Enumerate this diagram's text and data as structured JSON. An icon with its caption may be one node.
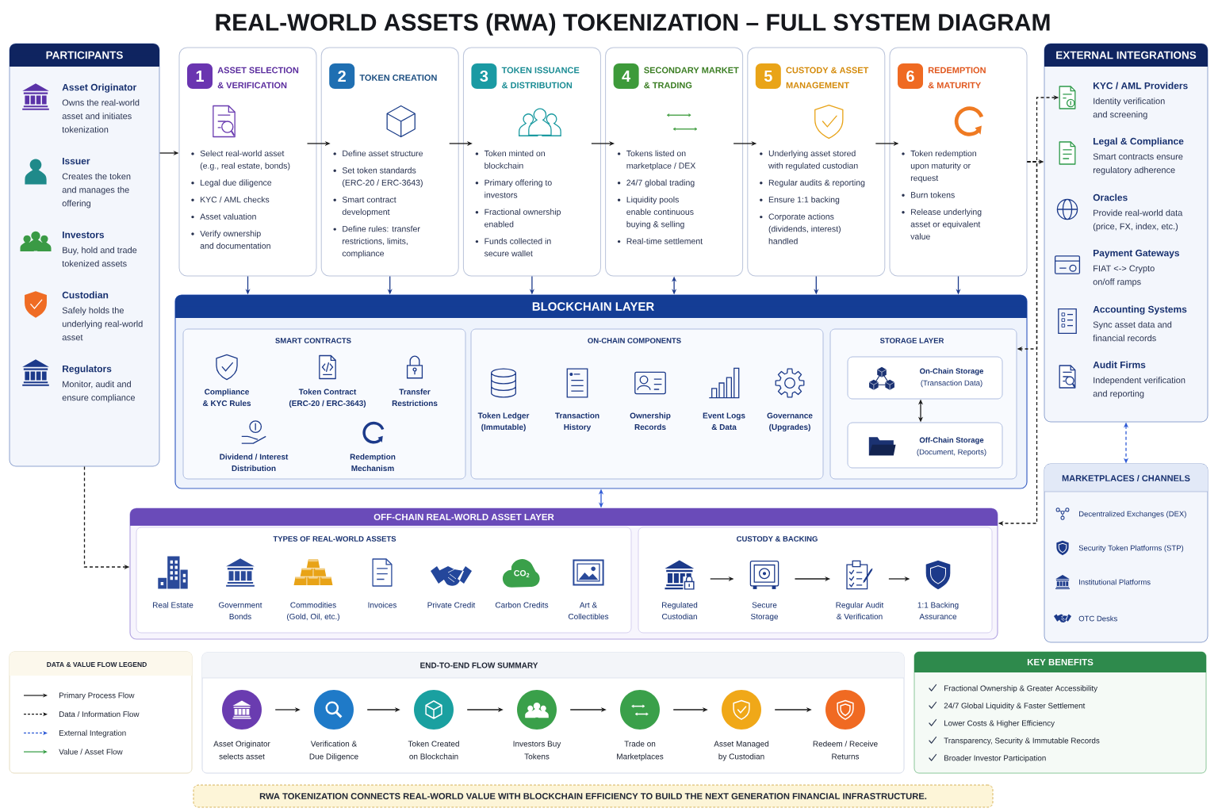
{
  "diagram": {
    "title": "REAL-WORLD ASSETS (RWA) TOKENIZATION – FULL SYSTEM DIAGRAM",
    "caption": "RWA TOKENIZATION CONNECTS REAL-WORLD VALUE WITH BLOCKCHAIN EFFICIENCY TO BUILD THE NEXT GENERATION FINANCIAL INFRASTRUCTURE.",
    "nodes": [
      {
        "text": [
          "PARTICIPANTS"
        ]
      },
      {
        "text": [
          "Asset Originator",
          "Owns the real-world asset and initiates tokenization"
        ],
        "in": 0
      },
      {
        "text": [
          "Issuer",
          "Creates the token and manages the offering"
        ],
        "in": 0
      },
      {
        "text": [
          "Investors",
          "Buy, hold and trade tokenized assets"
        ],
        "in": 0
      },
      {
        "text": [
          "Custodian",
          "Safely holds the underlying real-world asset"
        ],
        "in": 0
      },
      {
        "text": [
          "Regulators",
          "Monitor, audit and ensure compliance"
        ],
        "in": 0
      },
      {
        "text": [
          "1",
          "ASSET SELECTION & VERIFICATION",
          "Select real-world asset (e.g., real estate, bonds)",
          "Legal due diligence",
          "KYC / AML checks",
          "Asset valuation",
          "Verify ownership and documentation"
        ]
      },
      {
        "text": [
          "2",
          "TOKEN CREATION",
          "Define asset structure",
          "Set token standards (ERC-20 / ERC-3643)",
          "Smart contract development",
          "Define rules: transfer restrictions, limits, compliance"
        ]
      },
      {
        "text": [
          "3",
          "TOKEN ISSUANCE & DISTRIBUTION",
          "Token minted on blockchain",
          "Primary offering to investors",
          "Fractional ownership enabled",
          "Funds collected in secure wallet"
        ]
      },
      {
        "text": [
          "4",
          "SECONDARY MARKET & TRADING",
          "Tokens listed on marketplace / DEX",
          "24/7 global trading",
          "Liquidity pools enable continuous buying & selling",
          "Real-time settlement"
        ]
      },
      {
        "text": [
          "5",
          "CUSTODY & ASSET MANAGEMENT",
          "Underlying asset stored with regulated custodian",
          "Regular audits & reporting",
          "Ensure 1:1 backing",
          "Corporate actions (dividends, interest) handled"
        ]
      },
      {
        "text": [
          "6",
          "REDEMPTION & MATURITY",
          "Token redemption upon maturity or request",
          "Burn tokens",
          "Release underlying asset or equivalent value"
        ]
      },
      {
        "text": [
          "EXTERNAL INTEGRATIONS"
        ]
      },
      {
        "text": [
          "KYC / AML Providers",
          "Identity verification and screening"
        ],
        "in": 12
      },
      {
        "text": [
          "Legal & Compliance",
          "Smart contracts ensure regulatory adherence"
        ],
        "in": 12
      },
      {
        "text": [
          "Oracles",
          "Provide real-world data (price, FX, index, etc.)"
        ],
        "in": 12
      },
      {
        "text": [
          "Payment Gateways",
          "FIAT <-> Crypto on/off ramps"
        ],
        "in": 12
      },
      {
        "text": [
          "Accounting Systems",
          "Sync asset data and financial records"
        ],
        "in": 12
      },
      {
        "text": [
          "Audit Firms",
          "Independent verification and reporting"
        ],
        "in": 12
      },
      {
        "text": [
          "BLOCKCHAIN LAYER"
        ]
      },
      {
        "text": [
          "SMART CONTRACTS"
        ],
        "in": 19
      },
      {
        "text": [
          "Compliance & KYC Rules"
        ],
        "in": 20
      },
      {
        "text": [
          "Token Contract (ERC-20 / ERC-3643)"
        ],
        "in": 20
      },
      {
        "text": [
          "Transfer Restrictions"
        ],
        "in": 20
      },
      {
        "text": [
          "Dividend / Interest Distribution"
        ],
        "in": 20
      },
      {
        "text": [
          "Redemption Mechanism"
        ],
        "in": 20
      },
      {
        "text": [
          "ON-CHAIN COMPONENTS"
        ],
        "in": 19
      },
      {
        "text": [
          "Token Ledger (Immutable)"
        ],
        "in": 26
      },
      {
        "text": [
          "Transaction History"
        ],
        "in": 26
      },
      {
        "text": [
          "Ownership Records"
        ],
        "in": 26
      },
      {
        "text": [
          "Event Logs & Data"
        ],
        "in": 26
      },
      {
        "text": [
          "Governance (Upgrades)"
        ],
        "in": 26
      },
      {
        "text": [
          "STORAGE LAYER"
        ],
        "in": 19
      },
      {
        "text": [
          "On-Chain Storage",
          "(Transaction Data)"
        ],
        "in": 32
      },
      {
        "text": [
          "Off-Chain Storage",
          "(Document, Reports)"
        ],
        "in": 32
      },
      {
        "text": [
          "MARKETPLACES / CHANNELS"
        ]
      },
      {
        "text": [
          "Decentralized Exchanges (DEX)"
        ],
        "in": 35
      },
      {
        "text": [
          "Security Token Platforms (STP)"
        ],
        "in": 35
      },
      {
        "text": [
          "Institutional Platforms"
        ],
        "in": 35
      },
      {
        "text": [
          "OTC Desks"
        ],
        "in": 35
      },
      {
        "text": [
          "OFF-CHAIN REAL-WORLD ASSET LAYER"
        ]
      },
      {
        "text": [
          "TYPES OF REAL-WORLD ASSETS"
        ],
        "in": 40
      },
      {
        "text": [
          "Real Estate"
        ],
        "in": 41
      },
      {
        "text": [
          "Government Bonds"
        ],
        "in": 41
      },
      {
        "text": [
          "Commodities (Gold, Oil, etc.)"
        ],
        "in": 41
      },
      {
        "text": [
          "Invoices"
        ],
        "in": 41
      },
      {
        "text": [
          "Private Credit"
        ],
        "in": 41
      },
      {
        "text": [
          "CO$_{2}$",
          "Carbon Credits"
        ],
        "in": 41
      },
      {
        "text": [
          "Art & Collectibles"
        ],
        "in": 41
      },
      {
        "text": [
          "CUSTODY & BACKING"
        ],
        "in": 40
      },
      {
        "text": [
          "Regulated Custodian"
        ],
        "in": 49
      },
      {
        "text": [
          "Secure Storage"
        ],
        "in": 49
      },
      {
        "text": [
          "Regular Audit & Verification"
        ],
        "in": 49
      },
      {
        "text": [
          "1:1 Backing Assurance"
        ],
        "in": 49
      },
      {
        "text": [
          "DATA & VALUE FLOW LEGEND"
        ]
      },
      {
        "text": [
          "END-TO-END FLOW SUMMARY"
        ]
      },
      {
        "text": [
          "Asset Originator selects asset"
        ],
        "in": 55
      },
      {
        "text": [
          "Verification & Due Diligence"
        ],
        "in": 55
      },
      {
        "text": [
          "Token Created on Blockchain"
        ],
        "in": 55
      },
      {
        "text": [
          "Investors Buy Tokens"
        ],
        "in": 55
      },
      {
        "text": [
          "Trade on Marketplaces"
        ],
        "in": 55
      },
      {
        "text": [
          "Asset Managed by Custodian"
        ],
        "in": 55
      },
      {
        "text": [
          "Redeem / Receive Returns"
        ],
        "in": 55
      },
      {
        "text": [
          "KEY BENEFITS",
          "Fractional Ownership & Greater Accessibility",
          "24/7 Global Liquidity & Faster Settlement",
          "Lower Costs & Higher Efficiency",
          "Transparency, Security & Immutable Records",
          "Broader Investor Participation"
        ]
      }
    ],
    "edges": [
      {
        "from": 0,
        "to": 6,
        "arrow": "to"
      },
      {
        "from": 6,
        "to": 7,
        "arrow": "to"
      },
      {
        "from": 7,
        "to": 8,
        "arrow": "to"
      },
      {
        "from": 8,
        "to": 9,
        "arrow": "to"
      },
      {
        "from": 9,
        "to": 10,
        "arrow": "to"
      },
      {
        "from": 10,
        "to": 11,
        "arrow": "to"
      },
      {
        "from": 6,
        "to": 19,
        "arrow": "to",
        "color": "#1c3a8c"
      },
      {
        "from": 7,
        "to": 19,
        "arrow": "to",
        "color": "#1c3a8c"
      },
      {
        "from": 8,
        "to": 19,
        "arrow": "to",
        "color": "#1c3a8c"
      },
      {
        "from": 9,
        "to": 19,
        "arrow": "both",
        "color": "#1c3a8c"
      },
      {
        "from": 10,
        "to": 19,
        "arrow": "to",
        "color": "#1c3a8c"
      },
      {
        "from": 11,
        "to": 19,
        "arrow": "to",
        "color": "#1c3a8c"
      },
      {
        "from": 11,
        "to": 12,
        "arrow": "to",
        "style": "dashed"
      },
      {
        "from": 11,
        "to": 13,
        "arrow": "to",
        "style": "dashed"
      },
      {
        "from": 11,
        "to": 32,
        "arrow": "to",
        "style": "dashed"
      },
      {
        "from": 11,
        "to": 40,
        "arrow": "to",
        "style": "dashed"
      },
      {
        "from": 33,
        "to": 34,
        "arrow": "both"
      },
      {
        "from": 12,
        "to": 35,
        "arrow": "both",
        "style": "dashed",
        "color": "#2f5bd6"
      },
      {
        "from": 19,
        "to": 40,
        "arrow": "both",
        "color": "#2f5bd6"
      },
      {
        "from": 0,
        "to": 40,
        "arrow": "to",
        "style": "dashed"
      },
      {
        "from": 50,
        "to": 51,
        "arrow": "to"
      },
      {
        "from": 51,
        "to": 52,
        "arrow": "to"
      },
      {
        "from": 52,
        "to": 53,
        "arrow": "to"
      },
      {
        "from": 56,
        "to": 57,
        "arrow": "to"
      },
      {
        "from": 57,
        "to": 58,
        "arrow": "to"
      },
      {
        "from": 58,
        "to": 59,
        "arrow": "to"
      },
      {
        "from": 59,
        "to": 60,
        "arrow": "to"
      },
      {
        "from": 60,
        "to": 61,
        "arrow": "to"
      },
      {
        "from": 61,
        "to": 62,
        "arrow": "to"
      }
    ],
    "legend": [
      {
        "text": "Primary Process Flow"
      },
      {
        "text": "Data / Information Flow"
      },
      {
        "text": "External Integration"
      },
      {
        "text": "Value / Asset Flow"
      }
    ]
  }
}
